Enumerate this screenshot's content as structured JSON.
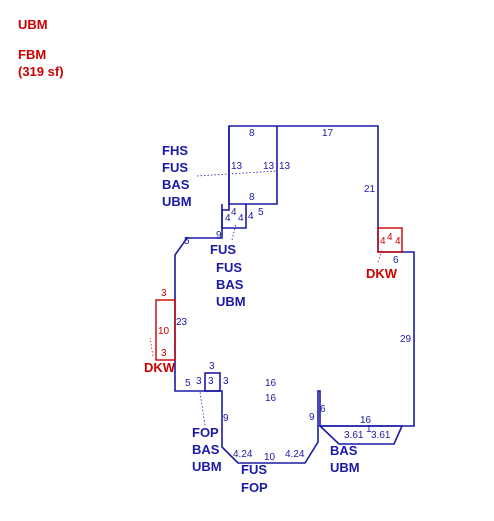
{
  "legend": {
    "code_1": "UBM",
    "code_2": "FBM",
    "area": "(319 sf)"
  },
  "labels": {
    "upper_left": [
      "FHS",
      "FUS",
      "BAS",
      "UBM"
    ],
    "middle": [
      "FUS",
      "FUS",
      "BAS",
      "UBM"
    ],
    "bottom_left": [
      "FOP",
      "BAS",
      "UBM"
    ],
    "bottom_center": [
      "FUS",
      "FOP"
    ],
    "bottom_right": [
      "BAS",
      "UBM"
    ],
    "dkw_right": "DKW",
    "dkw_left": "DKW"
  },
  "dimensions": {
    "top_8": "8",
    "top_17": "17",
    "left_13": "13",
    "right_13a": "13",
    "right_13b": "13",
    "right_21": "21",
    "inner_8": "8",
    "step_4a": "4",
    "step_4b": "4",
    "step_4c": "4",
    "step_4d": "4",
    "step_5": "5",
    "step_9": "9",
    "diag_5": "5",
    "left_23": "23",
    "right_29": "29",
    "box_6": "6",
    "bottom_5": "5",
    "bottom_3a": "3",
    "bottom_3b": "3",
    "bottom_3c": "3",
    "bottom_3d": "3",
    "bottom_16a": "16",
    "bottom_16b": "16",
    "bottom_16c": "16",
    "side_9a": "9",
    "side_9b": "9",
    "side_6": "6",
    "diag_424a": "4.24",
    "diag_424b": "4.24",
    "bottom_10": "10",
    "step_361a": "3.61",
    "step_361b": "3.61",
    "step_1": "1",
    "red_3a": "3",
    "red_10": "10",
    "red_3b": "3",
    "red_4a": "4",
    "red_4b": "4",
    "red_4c": "4"
  }
}
